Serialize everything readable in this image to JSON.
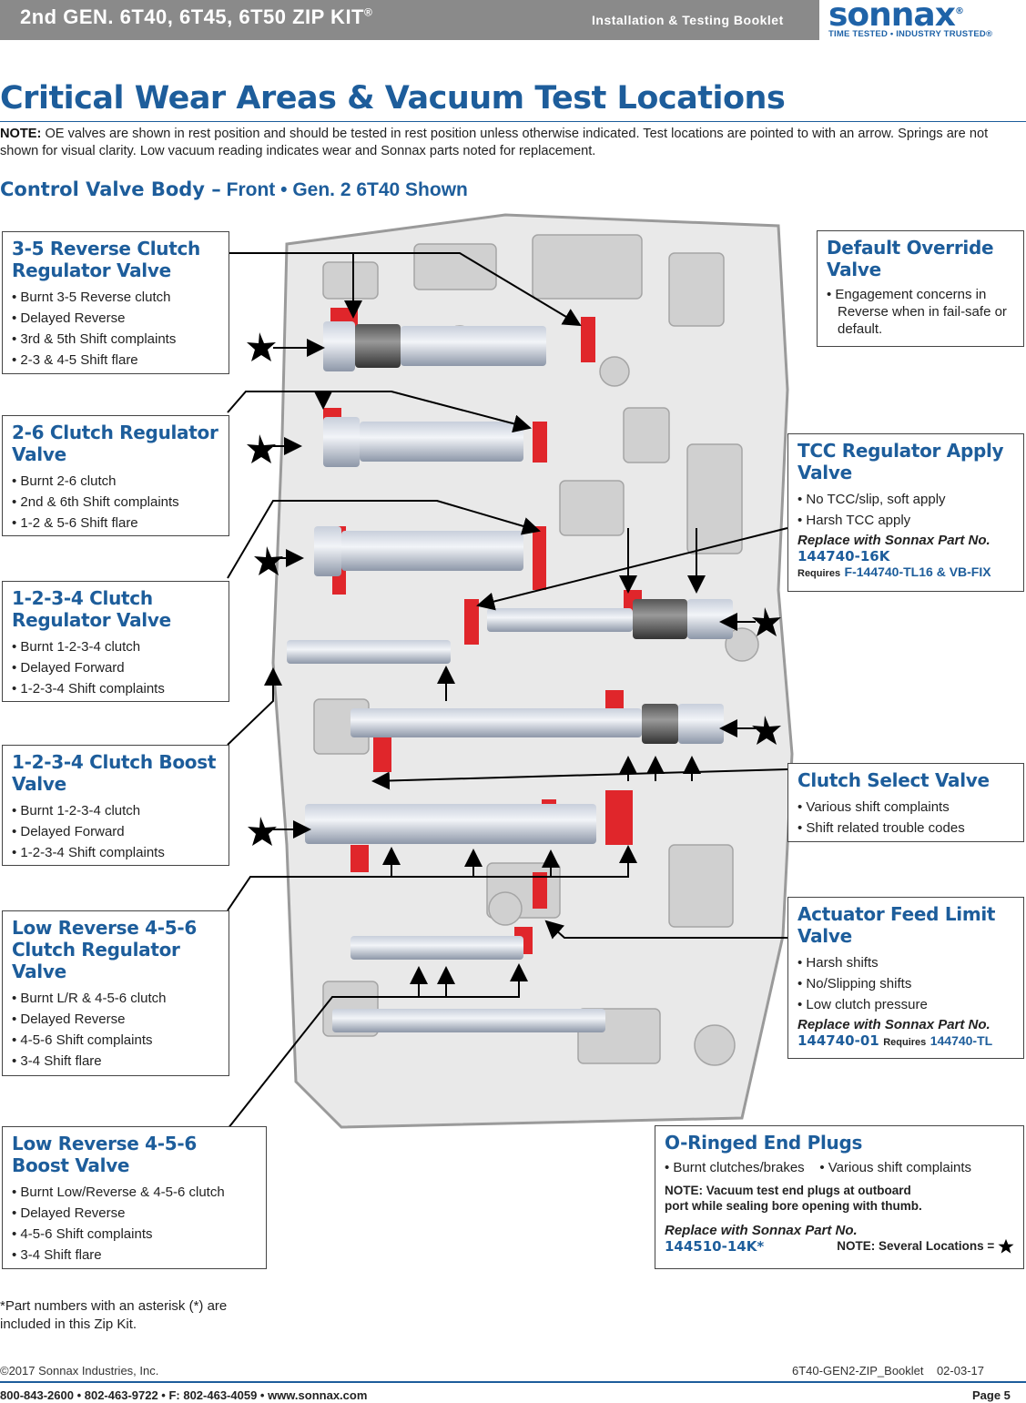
{
  "header": {
    "title": "2nd GEN. 6T40, 6T45, 6T50 ZIP KIT",
    "title_mark": "®",
    "subtitle": "Installation & Testing Booklet",
    "logo": "sonnax",
    "logo_mark": "®",
    "tagline": "TIME TESTED • INDUSTRY TRUSTED®"
  },
  "page_title": "Critical Wear Areas & Vacuum Test Locations",
  "note": {
    "label": "NOTE:",
    "text": " OE valves are shown in rest position and should be tested in rest position unless otherwise indicated. Test locations are pointed to with an arrow. Springs are not shown for visual clarity. Low vacuum reading indicates wear and Sonnax parts noted for replacement."
  },
  "section": {
    "bold": "Control Valve Body –",
    "light": " Front  •  Gen. 2  6T40 Shown"
  },
  "callouts": {
    "rev35": {
      "title": "3-5 Reverse Clutch Regulator Valve",
      "items": [
        "Burnt 3-5 Reverse clutch",
        "Delayed Reverse",
        "3rd & 5th Shift complaints",
        "2-3 & 4-5 Shift flare"
      ]
    },
    "c26": {
      "title": "2-6 Clutch Regulator Valve",
      "items": [
        "Burnt 2-6 clutch",
        "2nd & 6th Shift complaints",
        "1-2 & 5-6 Shift flare"
      ]
    },
    "c1234reg": {
      "title": "1-2-3-4 Clutch Regulator Valve",
      "items": [
        "Burnt 1-2-3-4 clutch",
        "Delayed Forward",
        "1-2-3-4 Shift complaints"
      ]
    },
    "c1234boost": {
      "title": "1-2-3-4 Clutch Boost Valve",
      "items": [
        "Burnt 1-2-3-4 clutch",
        "Delayed Forward",
        "1-2-3-4 Shift complaints"
      ]
    },
    "lr456reg": {
      "title": "Low Reverse 4-5-6 Clutch Regulator Valve",
      "items": [
        "Burnt L/R & 4-5-6 clutch",
        "Delayed Reverse",
        "4-5-6 Shift complaints",
        "3-4 Shift flare"
      ]
    },
    "lr456boost": {
      "title": "Low Reverse 4-5-6 Boost Valve",
      "items": [
        "Burnt Low/Reverse & 4-5-6 clutch",
        "Delayed Reverse",
        "4-5-6 Shift complaints",
        "3-4 Shift flare"
      ]
    },
    "override": {
      "title": "Default Override Valve",
      "items": [
        "Engagement concerns in Reverse when in fail-safe or default."
      ]
    },
    "tcc": {
      "title": "TCC Regulator Apply Valve",
      "items": [
        "No TCC/slip, soft apply",
        "Harsh TCC apply"
      ],
      "replace": "Replace with Sonnax Part No.",
      "part": "144740-16K",
      "req_label": "Requires",
      "req_part": "F-144740-TL16 & VB-FIX"
    },
    "clutchsel": {
      "title": "Clutch Select Valve",
      "items": [
        "Various shift complaints",
        "Shift related trouble codes"
      ]
    },
    "actuator": {
      "title": "Actuator Feed Limit Valve",
      "items": [
        "Harsh shifts",
        "No/Slipping shifts",
        "Low clutch pressure"
      ],
      "replace": "Replace with Sonnax Part No.",
      "part": "144740-01",
      "req_label": "Requires",
      "req_part": "144740-TL"
    },
    "oring": {
      "title": "O-Ringed End Plugs",
      "items": [
        "Burnt clutches/brakes",
        "Various shift complaints"
      ],
      "note_label": "NOTE:",
      "note_text": " Vacuum test end plugs at outboard port while sealing bore opening with thumb.",
      "replace": "Replace with Sonnax Part No.",
      "part": "144510-14K*",
      "loc_label": "NOTE:",
      "loc_text": " Several Locations ="
    }
  },
  "asterisk_note": "*Part numbers with an asterisk (*) are included in this Zip Kit.",
  "footer": {
    "copyright": "©2017 Sonnax Industries, Inc.",
    "code": "6T40-GEN2-ZIP_Booklet    02-03-17",
    "contact": "800-843-2600 • 802-463-9722 • F: 802-463-4059 • www.sonnax.com",
    "page": "Page 5"
  },
  "colors": {
    "brand_blue": "#1d5d9b",
    "wear_red": "#e0262b",
    "header_gray": "#8a8a8a"
  }
}
